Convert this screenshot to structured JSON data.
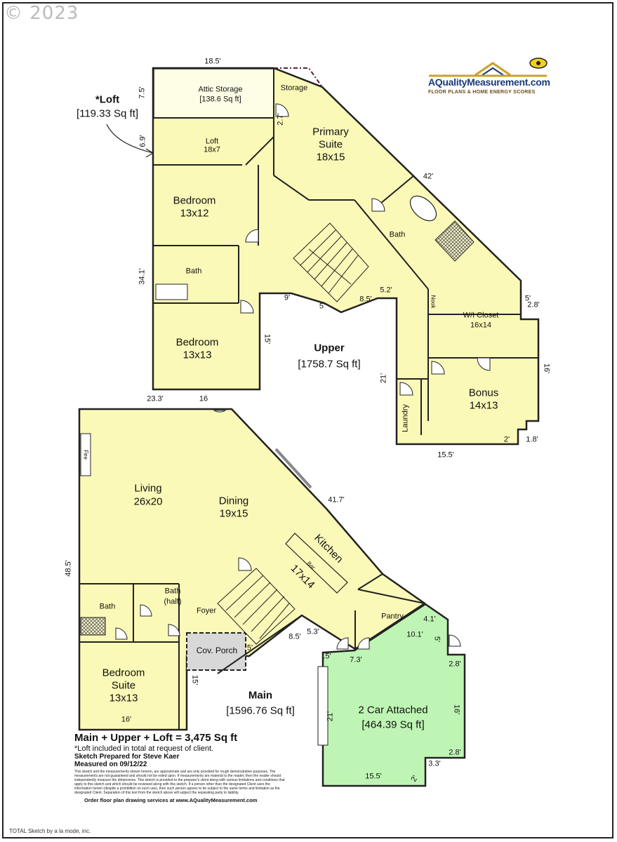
{
  "copyright": "© 2023",
  "logo": {
    "name": "AQualityMeasurement.com",
    "tagline": "FLOOR PLANS & HOME ENERGY SCORES",
    "colors": {
      "gold": "#c9a227",
      "navy": "#1b3a7a"
    }
  },
  "colors": {
    "room_fill": "#fbf9b8",
    "garage_fill": "#bff5b4",
    "porch_fill": "#d8d8d8",
    "wall": "#222222"
  },
  "loft_callout": {
    "title": "*Loft",
    "area": "[119.33 Sq ft]"
  },
  "sections": {
    "upper": {
      "title": "Upper",
      "area": "[1758.7 Sq ft]"
    },
    "main": {
      "title": "Main",
      "area": "[1596.76 Sq ft]"
    }
  },
  "rooms": {
    "attic_storage": {
      "name": "Attic Storage",
      "dims": "[138.6 Sq ft]"
    },
    "storage": {
      "name": "Storage"
    },
    "loft": {
      "name": "Loft",
      "dims": "18x7"
    },
    "primary_suite": {
      "name": "Primary",
      "name2": "Suite",
      "dims": "18x15"
    },
    "bedroom_upper_1": {
      "name": "Bedroom",
      "dims": "13x12"
    },
    "bath_upper": {
      "name": "Bath"
    },
    "bath_primary": {
      "name": "Bath"
    },
    "bedroom_upper_2": {
      "name": "Bedroom",
      "dims": "13x13"
    },
    "wi_closet": {
      "name": "W/I Closet",
      "dims": "16x14"
    },
    "nook": {
      "name": "Nook"
    },
    "laundry": {
      "name": "Laundry"
    },
    "bonus": {
      "name": "Bonus",
      "dims": "14x13"
    },
    "living": {
      "name": "Living",
      "dims": "26x20"
    },
    "fireplace": {
      "name": "Fire"
    },
    "dining": {
      "name": "Dining",
      "dims": "19x15"
    },
    "kitchen": {
      "name": "Kitchen",
      "dims": "17x14"
    },
    "bar": {
      "name": "Bar"
    },
    "bath_main": {
      "name": "Bath"
    },
    "bath_half": {
      "name": "Bath",
      "name2": "(half)"
    },
    "foyer": {
      "name": "Foyer"
    },
    "cov_porch": {
      "name": "Cov. Porch"
    },
    "pantry": {
      "name": "Pantry"
    },
    "bedroom_suite": {
      "name": "Bedroom",
      "name2": "Suite",
      "dims": "13x13"
    },
    "garage": {
      "name": "2 Car Attached",
      "dims": "[464.39 Sq ft]"
    }
  },
  "dimensions": {
    "d_18_5": "18.5'",
    "d_7_5": "7.5'",
    "d_2_7": "2.7'",
    "d_6_9": "6.9'",
    "d_42": "42'",
    "d_34_1": "34.1'",
    "d_9": "9'",
    "d_5a": "5'",
    "d_8_5a": "8.5'",
    "d_5_2": "5.2'",
    "d_5b": "5'",
    "d_2_8a": "2.8'",
    "d_15a": "15'",
    "d_16a": "16'",
    "d_21a": "21'",
    "d_2a": "2'",
    "d_1_8": "1.8'",
    "d_15_5a": "15.5'",
    "d_23_3": "23.3'",
    "d_16b": "16",
    "d_41_7": "41.7'",
    "d_48_5": "48.5'",
    "d_8_5b": "8.5'",
    "d_5_3": "5.3'",
    "d_5c": "5'",
    "d_15b": "15'",
    "d_16c": "16'",
    "d_4_1": "4.1'",
    "d_10_1": "10.1'",
    "d_5d": "5'",
    "d_0_5": ".5'",
    "d_7_3": "7.3'",
    "d_2_8b": "2.8'",
    "d_21b": "21'",
    "d_16d": "16'",
    "d_2_8c": "2.8'",
    "d_3_3": "3.3'",
    "d_15_5b": "15.5'",
    "d_2b": "2'"
  },
  "totals": {
    "line1": "Main + Upper + Loft = 3,475 Sq ft",
    "line2": "*Loft included in total at request of client.",
    "line3": "Sketch Prepared for Steve Kaer",
    "line4": "Measured on 09/12/22",
    "fine_print": "This sketch and the measurements shown hereon, are approximate and are only provided for rough demonstrative purposes. The measurements are not guaranteed and should not be relied upon. If measurements are material to the reader, then the reader should independently measure the dimensions. This sketch is provided to the preparer's client along with various limitations and conditions that apply to this sketch and which should be reviewed along with this sketch. If a person other than the designated Client uses the information herein (despite a prohibition on such use), then such person agrees to be subject to the same terms and limitation as the designated Client. Separation of this text from the sketch above will subject the separating party to liability.",
    "order": "Order floor plan drawing services at www.AQualityMeasurement.com"
  },
  "footer": "TOTAL Sketch by a la mode, inc."
}
